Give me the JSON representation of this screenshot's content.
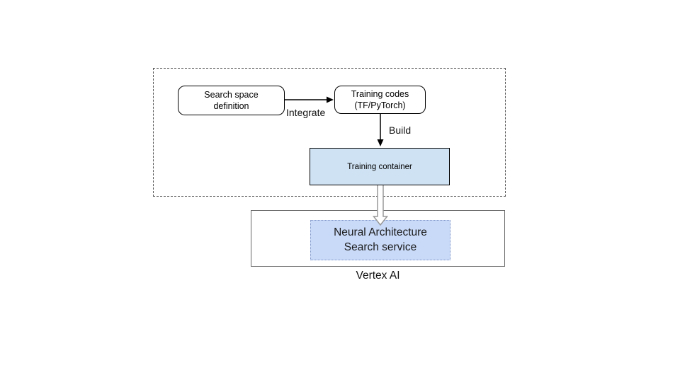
{
  "colors": {
    "background": "#ffffff",
    "training_container_fill": "#cfe2f3",
    "nas_service_fill": "#c9daf8",
    "nas_service_border": "#7c93c6",
    "dashed_group_border": "#595959",
    "vertex_box_border": "#666666",
    "node_border": "#000000",
    "arrow": "#000000",
    "hollow_arrow_outline": "#999999"
  },
  "nodes": {
    "search_space": {
      "lines": [
        "Search space",
        "definition"
      ]
    },
    "training_codes": {
      "lines": [
        "Training codes",
        "(TF/PyTorch)"
      ]
    },
    "training_container": {
      "label": "Training container"
    },
    "nas_service": {
      "lines": [
        "Neural Architecture",
        "Search service"
      ]
    }
  },
  "edge_labels": {
    "integrate": "Integrate",
    "build": "Build"
  },
  "labels": {
    "vertex_ai": "Vertex AI"
  }
}
